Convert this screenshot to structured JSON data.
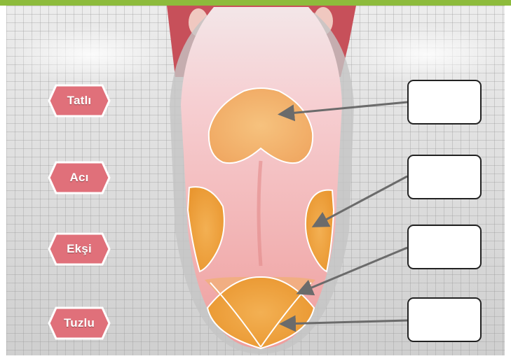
{
  "taste_buttons": [
    {
      "label": "Tatlı"
    },
    {
      "label": "Acı"
    },
    {
      "label": "Ekşi"
    },
    {
      "label": "Tuzlu"
    }
  ],
  "answer_boxes": [
    {
      "value": ""
    },
    {
      "value": ""
    },
    {
      "value": ""
    },
    {
      "value": ""
    }
  ],
  "colors": {
    "accent_bar": "#8dbb3c",
    "button_fill": "#e0707a",
    "zone_fill": "#f0a542",
    "tongue": "#f2a7a4",
    "arrow": "#6b6b6b"
  },
  "icons": [
    "tongue-illustration",
    "arrow-icon"
  ]
}
